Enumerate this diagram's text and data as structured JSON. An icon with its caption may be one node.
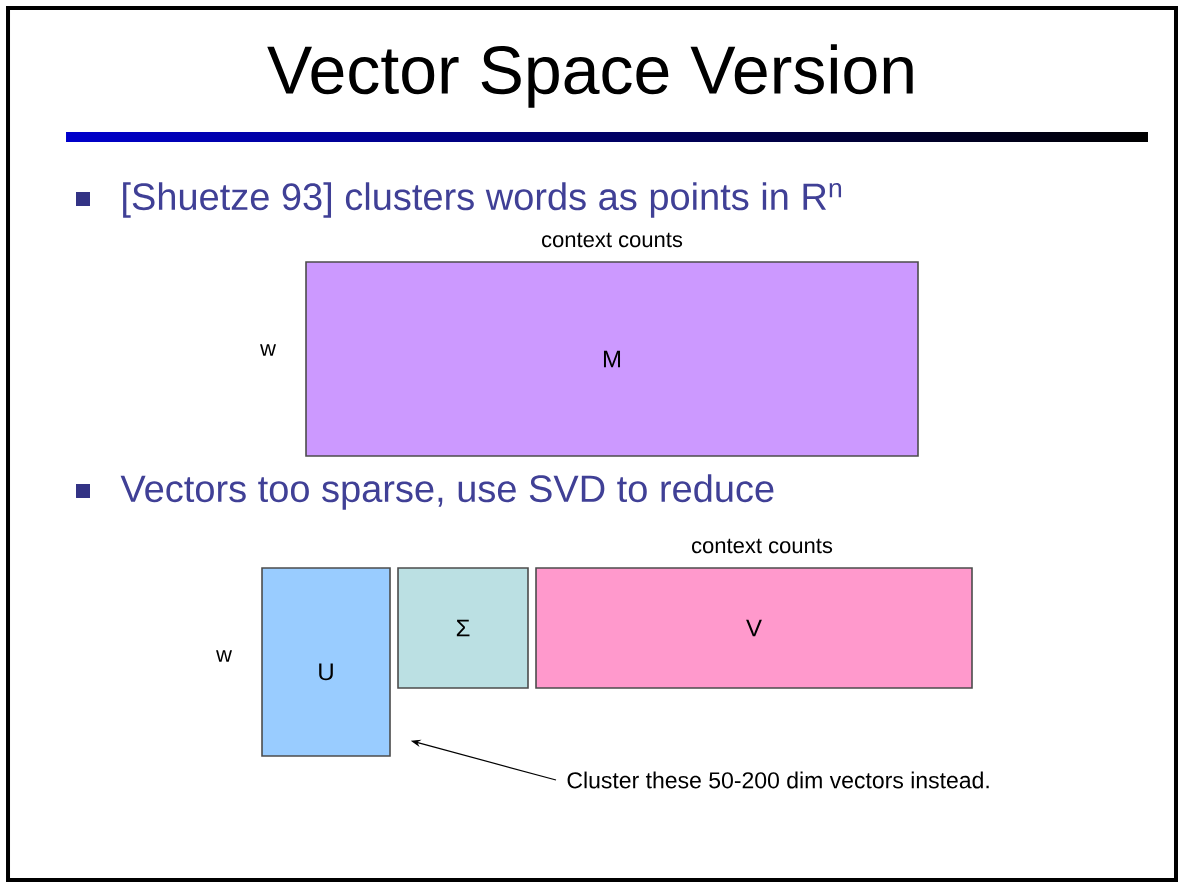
{
  "diagram": {
    "title": "Vector Space Version",
    "nodes": [
      {
        "text": [
          "M"
        ],
        "beside": [
          "context counts",
          "w"
        ]
      },
      {
        "text": [
          "U"
        ],
        "beside": [
          "w"
        ]
      },
      {
        "text": [
          "Σ"
        ]
      },
      {
        "text": [
          "V"
        ],
        "beside": [
          "context counts"
        ]
      },
      {
        "text": [
          "Cluster these 50-200 dim vectors instead."
        ]
      }
    ],
    "edges": [
      {
        "from": 4,
        "to": 1,
        "arrow": "to"
      }
    ],
    "labels": [
      "[Shuetze 93] clusters words as points in R$^{n}$",
      "Vectors too sparse, use SVD to reduce"
    ]
  }
}
